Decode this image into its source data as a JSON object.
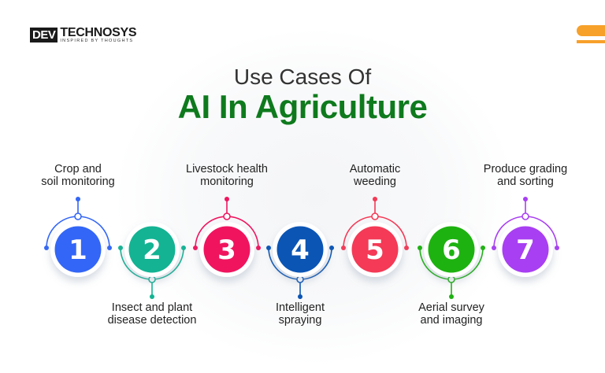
{
  "logo": {
    "part1": "DEV",
    "part2": "TECHNOSYS",
    "tagline": "INSPIRED BY THOUGHTS"
  },
  "title": {
    "line1": "Use Cases Of",
    "line2": "AI In Agriculture"
  },
  "steps": [
    {
      "number": "1",
      "label": "Crop and soil monitoring",
      "color": "#3366f6",
      "position": "top"
    },
    {
      "number": "2",
      "label": "Insect and plant disease detection",
      "color": "#13b393",
      "position": "bottom"
    },
    {
      "number": "3",
      "label": "Livestock health monitoring",
      "color": "#f0145f",
      "position": "top"
    },
    {
      "number": "4",
      "label": "Intelligent spraying",
      "color": "#0b55b5",
      "position": "bottom"
    },
    {
      "number": "5",
      "label": "Automatic weeding",
      "color": "#f43a56",
      "position": "top"
    },
    {
      "number": "6",
      "label": "Aerial survey and imaging",
      "color": "#1db210",
      "position": "bottom"
    },
    {
      "number": "7",
      "label": "Produce grading and sorting",
      "color": "#a83ff2",
      "position": "top"
    }
  ]
}
